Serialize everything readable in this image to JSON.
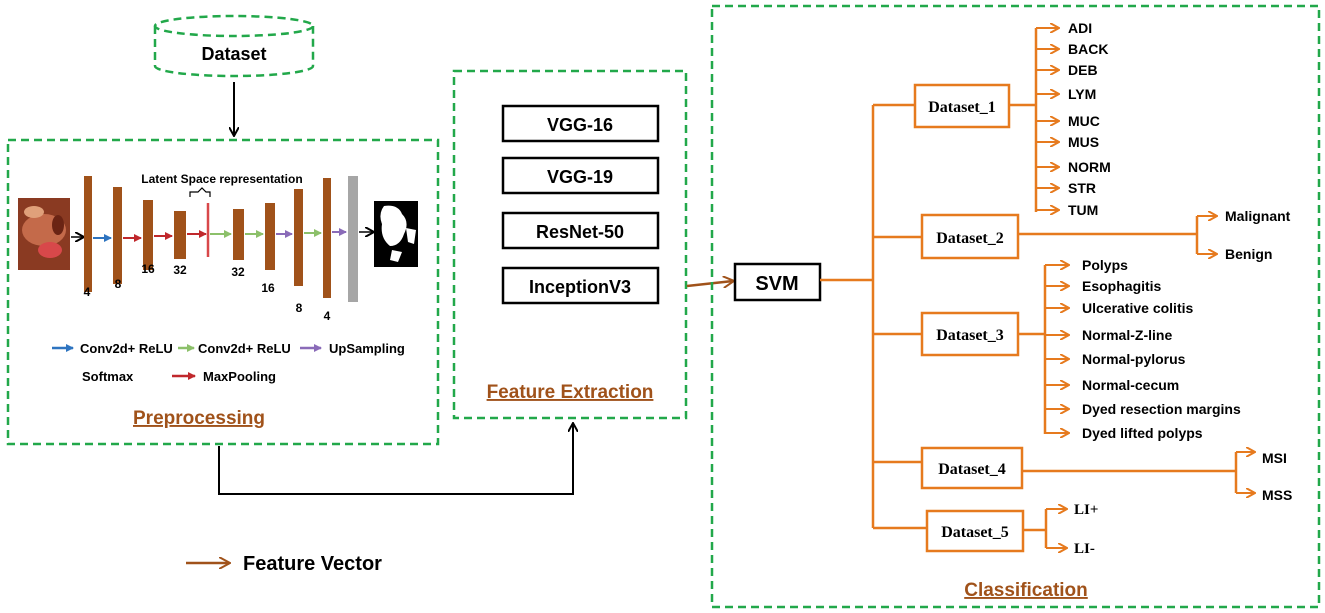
{
  "dataset": "Dataset",
  "preprocessing": {
    "title": "Preprocessing",
    "latent_label": "Latent Space representation",
    "layer_numbers": [
      "4",
      "8",
      "16",
      "32",
      "32",
      "16",
      "8",
      "4"
    ],
    "legend": {
      "conv_blue": "Conv2d+ ReLU",
      "conv_green": "Conv2d+ ReLU",
      "upsampling": "UpSampling",
      "softmax": "Softmax",
      "maxpool": "MaxPooling"
    }
  },
  "feature_extraction": {
    "title": "Feature Extraction",
    "models": [
      "VGG-16",
      "VGG-19",
      "ResNet-50",
      "InceptionV3"
    ]
  },
  "svm": "SVM",
  "feature_vector": "Feature Vector",
  "classification": {
    "title": "Classification",
    "datasets": [
      {
        "name": "Dataset_1",
        "classes": [
          "ADI",
          "BACK",
          "DEB",
          "LYM",
          "MUC",
          "MUS",
          "NORM",
          "STR",
          "TUM"
        ]
      },
      {
        "name": "Dataset_2",
        "classes": [
          "Malignant",
          "Benign"
        ]
      },
      {
        "name": "Dataset_3",
        "classes": [
          "Polyps",
          "Esophagitis",
          "Ulcerative colitis",
          "Normal-Z-line",
          "Normal-pylorus",
          "Normal-cecum",
          "Dyed resection margins",
          "Dyed lifted polyps"
        ]
      },
      {
        "name": "Dataset_4",
        "classes": [
          "MSI",
          "MSS"
        ]
      },
      {
        "name": "Dataset_5",
        "classes": [
          "LI+",
          "LI-"
        ]
      }
    ]
  },
  "colors": {
    "dashed_box": "#22a84a",
    "orange": "#e67a1e",
    "brown": "#a0521a",
    "layer_brown": "#a0521a",
    "gray_layer": "#a6a6a6",
    "blue_arrow": "#2e74c0",
    "green_arrow": "#8cc06a",
    "red_arrow": "#c0282c",
    "purple_arrow": "#8a6bb8"
  }
}
